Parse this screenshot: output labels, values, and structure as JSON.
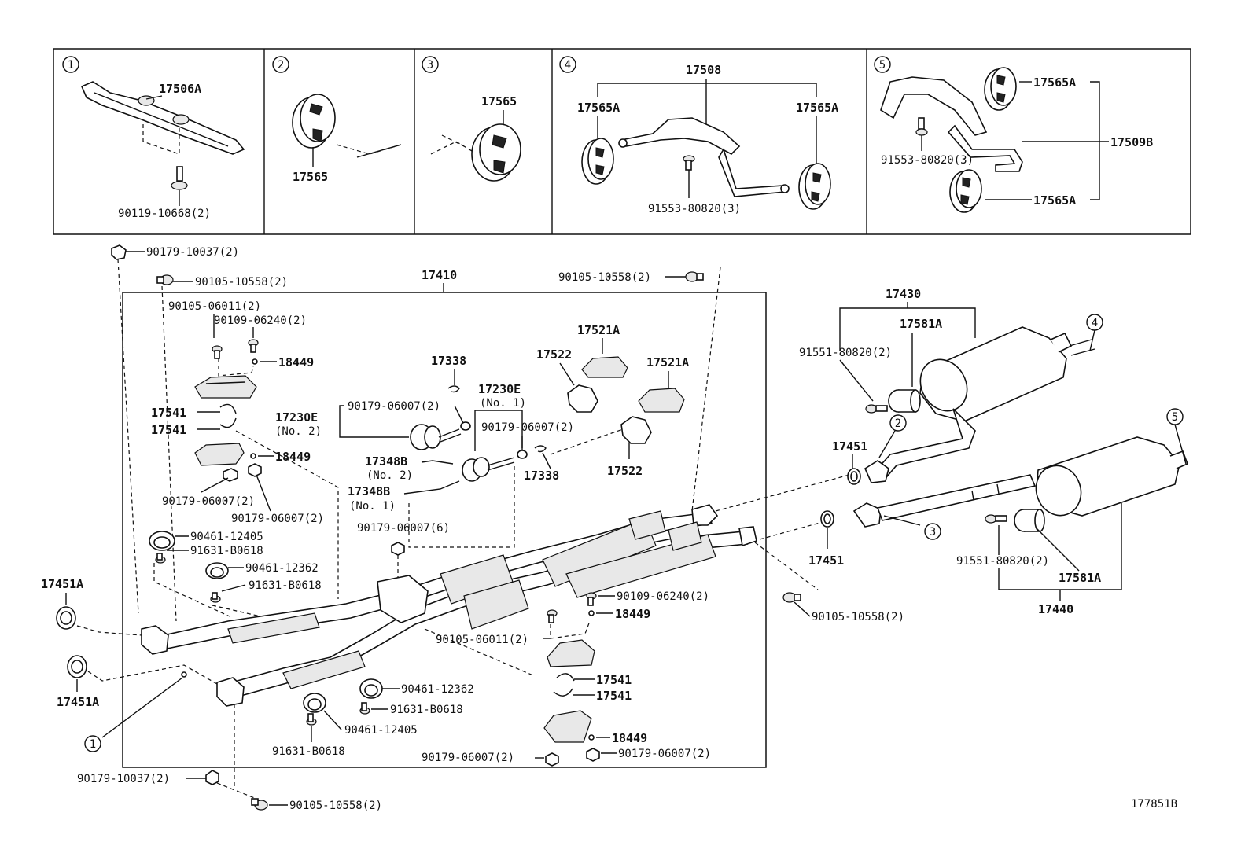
{
  "figure_id": "177851B",
  "panels": [
    {
      "num": "1",
      "parts": [
        "17506A",
        "90119-10668(2)"
      ]
    },
    {
      "num": "2",
      "parts": [
        "17565"
      ]
    },
    {
      "num": "3",
      "parts": [
        "17565"
      ]
    },
    {
      "num": "4",
      "parts": [
        "17508",
        "17565A",
        "17565A",
        "91553-80820(3)"
      ]
    },
    {
      "num": "5",
      "parts": [
        "17565A",
        "17509B",
        "91553-80820(3)",
        "17565A"
      ]
    }
  ],
  "callouts": [
    "1",
    "2",
    "3",
    "4",
    "5"
  ],
  "main": {
    "front_pipe": "17410",
    "tail_rh": "17430",
    "tail_lh": "17440",
    "labels": {
      "bolt_90179_10037": "90179-10037(2)",
      "bolt_90105_10558": "90105-10558(2)",
      "bolt_90105_06011": "90105-06011(2)",
      "bolt_90109_06240": "90109-06240(2)",
      "p18449": "18449",
      "p17541": "17541",
      "p17230E": "17230E",
      "no1": "(No. 1)",
      "no2": "(No. 2)",
      "nut_90179_06007": "90179-06007(2)",
      "nut_90179_06007_6": "90179-06007(6)",
      "p17338": "17338",
      "p17348B": "17348B",
      "p17522": "17522",
      "p17521A": "17521A",
      "clamp_90461_12405": "90461-12405",
      "clamp_90461_12362": "90461-12362",
      "bolt_91631_B0618": "91631-B0618",
      "gasket_17451A": "17451A",
      "gasket_17451": "17451",
      "bolt_91551_80820": "91551-80820(2)",
      "p17581A": "17581A"
    }
  }
}
